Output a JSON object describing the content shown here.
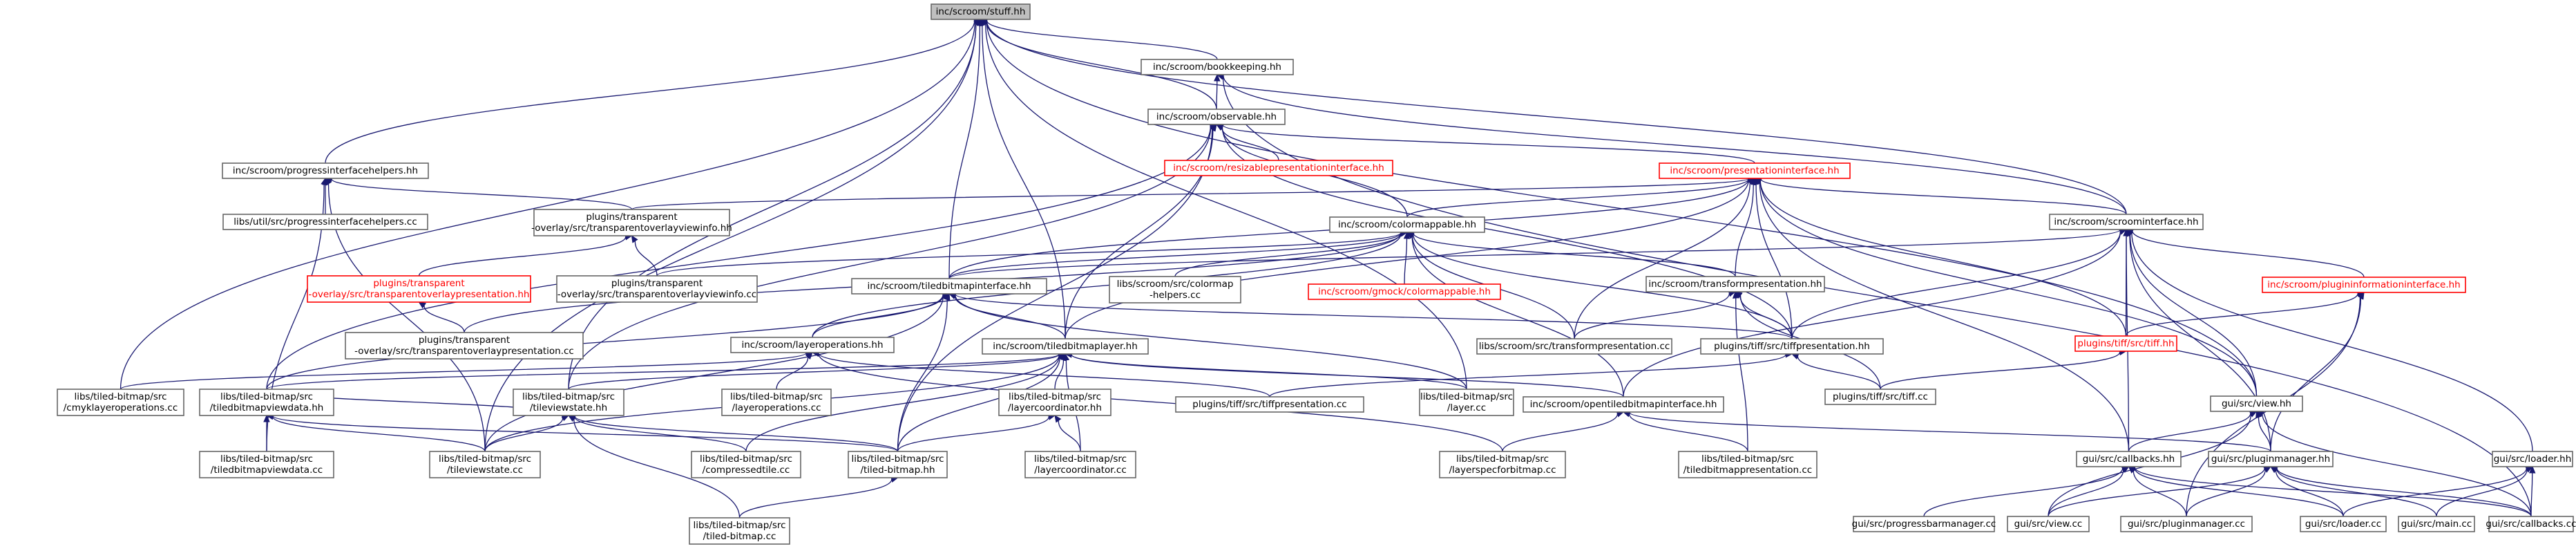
{
  "colors": {
    "edge": "#191970",
    "root_fill": "#bfbfbf",
    "node_border": "#666666",
    "red": "#ff0000"
  },
  "nodes": [
    {
      "id": "stuff",
      "lines": [
        "inc/scroom/stuff.hh"
      ],
      "style": "root"
    },
    {
      "id": "bookkeeping",
      "lines": [
        "inc/scroom/bookkeeping.hh"
      ],
      "style": "normal"
    },
    {
      "id": "observable",
      "lines": [
        "inc/scroom/observable.hh"
      ],
      "style": "normal"
    },
    {
      "id": "progressinterfacehelpers",
      "lines": [
        "inc/scroom/progressinterfacehelpers.hh"
      ],
      "style": "normal"
    },
    {
      "id": "resizablepresentation",
      "lines": [
        "inc/scroom/resizablepresentationinterface.hh"
      ],
      "style": "red"
    },
    {
      "id": "presentationinterface",
      "lines": [
        "inc/scroom/presentationinterface.hh"
      ],
      "style": "red"
    },
    {
      "id": "utilprogress",
      "lines": [
        "libs/util/src/progressinterfacehelpers.cc"
      ],
      "style": "normal"
    },
    {
      "id": "overlayviewinfo_hh",
      "lines": [
        "plugins/transparent",
        "-overlay/src/transparentoverlayviewinfo.hh"
      ],
      "style": "normal"
    },
    {
      "id": "colormappable",
      "lines": [
        "inc/scroom/colormappable.hh"
      ],
      "style": "normal"
    },
    {
      "id": "scroominterface",
      "lines": [
        "inc/scroom/scroominterface.hh"
      ],
      "style": "normal"
    },
    {
      "id": "overlaypresentation_hh",
      "lines": [
        "plugins/transparent",
        "-overlay/src/transparentoverlaypresentation.hh"
      ],
      "style": "red"
    },
    {
      "id": "overlayviewinfo_cc",
      "lines": [
        "plugins/transparent",
        "-overlay/src/transparentoverlayviewinfo.cc"
      ],
      "style": "normal"
    },
    {
      "id": "colormaphelpers",
      "lines": [
        "libs/scroom/src/colormap",
        "-helpers.cc"
      ],
      "style": "normal"
    },
    {
      "id": "gmockcolormappable",
      "lines": [
        "inc/scroom/gmock/colormappable.hh"
      ],
      "style": "red"
    },
    {
      "id": "transformpresentation",
      "lines": [
        "inc/scroom/transformpresentation.hh"
      ],
      "style": "normal"
    },
    {
      "id": "plugininformation",
      "lines": [
        "inc/scroom/plugininformationinterface.hh"
      ],
      "style": "red"
    },
    {
      "id": "tiledbitmapinterface",
      "lines": [
        "inc/scroom/tiledbitmapinterface.hh"
      ],
      "style": "normal"
    },
    {
      "id": "overlaypresentation_cc",
      "lines": [
        "plugins/transparent",
        "-overlay/src/transparentoverlaypresentation.cc"
      ],
      "style": "normal"
    },
    {
      "id": "tiffhh",
      "lines": [
        "plugins/tiff/src/tiff.hh"
      ],
      "style": "red"
    },
    {
      "id": "transformpresentation_cc",
      "lines": [
        "libs/scroom/src/transformpresentation.cc"
      ],
      "style": "normal"
    },
    {
      "id": "tiffpresentation_hh",
      "lines": [
        "plugins/tiff/src/tiffpresentation.hh"
      ],
      "style": "normal"
    },
    {
      "id": "layeroperations_hh",
      "lines": [
        "inc/scroom/layeroperations.hh"
      ],
      "style": "normal"
    },
    {
      "id": "tiledbitmaplayer",
      "lines": [
        "inc/scroom/tiledbitmaplayer.hh"
      ],
      "style": "normal"
    },
    {
      "id": "tiffcc",
      "lines": [
        "plugins/tiff/src/tiff.cc"
      ],
      "style": "normal"
    },
    {
      "id": "viewhh",
      "lines": [
        "gui/src/view.hh"
      ],
      "style": "normal"
    },
    {
      "id": "cmyklayer",
      "lines": [
        "libs/tiled-bitmap/src",
        "/cmyklayeroperations.cc"
      ],
      "style": "normal"
    },
    {
      "id": "tbviewdata_hh",
      "lines": [
        "libs/tiled-bitmap/src",
        "/tiledbitmapviewdata.hh"
      ],
      "style": "normal"
    },
    {
      "id": "tileviewstate_hh",
      "lines": [
        "libs/tiled-bitmap/src",
        "/tileviewstate.hh"
      ],
      "style": "normal"
    },
    {
      "id": "layeroperations_cc",
      "lines": [
        "libs/tiled-bitmap/src",
        "/layeroperations.cc"
      ],
      "style": "normal"
    },
    {
      "id": "layercoordinator_hh",
      "lines": [
        "libs/tiled-bitmap/src",
        "/layercoordinator.hh"
      ],
      "style": "normal"
    },
    {
      "id": "tiffpresentation_cc",
      "lines": [
        "plugins/tiff/src/tiffpresentation.cc"
      ],
      "style": "normal"
    },
    {
      "id": "layer_cc",
      "lines": [
        "libs/tiled-bitmap/src",
        "/layer.cc"
      ],
      "style": "normal"
    },
    {
      "id": "opentiledbitmap",
      "lines": [
        "inc/scroom/opentiledbitmapinterface.hh"
      ],
      "style": "normal"
    },
    {
      "id": "loaderhh",
      "lines": [
        "gui/src/loader.hh"
      ],
      "style": "normal"
    },
    {
      "id": "tbviewdata_cc",
      "lines": [
        "libs/tiled-bitmap/src",
        "/tiledbitmapviewdata.cc"
      ],
      "style": "normal"
    },
    {
      "id": "tileviewstate_cc",
      "lines": [
        "libs/tiled-bitmap/src",
        "/tileviewstate.cc"
      ],
      "style": "normal"
    },
    {
      "id": "compressedtile",
      "lines": [
        "libs/tiled-bitmap/src",
        "/compressedtile.cc"
      ],
      "style": "normal"
    },
    {
      "id": "tiledbitmap_hh",
      "lines": [
        "libs/tiled-bitmap/src",
        "/tiled-bitmap.hh"
      ],
      "style": "normal"
    },
    {
      "id": "layercoordinator_cc",
      "lines": [
        "libs/tiled-bitmap/src",
        "/layercoordinator.cc"
      ],
      "style": "normal"
    },
    {
      "id": "layerspec",
      "lines": [
        "libs/tiled-bitmap/src",
        "/layerspecforbitmap.cc"
      ],
      "style": "normal"
    },
    {
      "id": "tbpresentation",
      "lines": [
        "libs/tiled-bitmap/src",
        "/tiledbitmappresentation.cc"
      ],
      "style": "normal"
    },
    {
      "id": "callbackshh",
      "lines": [
        "gui/src/callbacks.hh"
      ],
      "style": "normal"
    },
    {
      "id": "pluginmanagerhh",
      "lines": [
        "gui/src/pluginmanager.hh"
      ],
      "style": "normal"
    },
    {
      "id": "tiledbitmap_cc",
      "lines": [
        "libs/tiled-bitmap/src",
        "/tiled-bitmap.cc"
      ],
      "style": "normal"
    },
    {
      "id": "progressbarmanager",
      "lines": [
        "gui/src/progressbarmanager.cc"
      ],
      "style": "normal"
    },
    {
      "id": "viewcc",
      "lines": [
        "gui/src/view.cc"
      ],
      "style": "normal"
    },
    {
      "id": "pluginmanagercc",
      "lines": [
        "gui/src/pluginmanager.cc"
      ],
      "style": "normal"
    },
    {
      "id": "loadercc",
      "lines": [
        "gui/src/loader.cc"
      ],
      "style": "normal"
    },
    {
      "id": "maincc",
      "lines": [
        "gui/src/main.cc"
      ],
      "style": "normal"
    },
    {
      "id": "callbackscc",
      "lines": [
        "gui/src/callbacks.cc"
      ],
      "style": "normal"
    }
  ],
  "edges": [
    [
      "bookkeeping",
      "stuff"
    ],
    [
      "observable",
      "stuff"
    ],
    [
      "progressinterfacehelpers",
      "stuff"
    ],
    [
      "tiledbitmapinterface",
      "stuff"
    ],
    [
      "tiledbitmaplayer",
      "stuff"
    ],
    [
      "viewhh",
      "stuff"
    ],
    [
      "cmyklayer",
      "stuff"
    ],
    [
      "tileviewstate_hh",
      "stuff"
    ],
    [
      "tileviewstate_cc",
      "stuff"
    ],
    [
      "layer_cc",
      "stuff"
    ],
    [
      "scroominterface",
      "stuff"
    ],
    [
      "observable",
      "bookkeeping"
    ],
    [
      "scroominterface",
      "bookkeeping"
    ],
    [
      "callbackscc",
      "bookkeeping"
    ],
    [
      "resizablepresentation",
      "observable"
    ],
    [
      "presentationinterface",
      "observable"
    ],
    [
      "colormappable",
      "observable"
    ],
    [
      "tiledbitmaplayer",
      "observable"
    ],
    [
      "tbviewdata_hh",
      "observable"
    ],
    [
      "tiledbitmap_hh",
      "observable"
    ],
    [
      "tiffpresentation_hh",
      "observable"
    ],
    [
      "tileviewstate_hh",
      "observable"
    ],
    [
      "utilprogress",
      "progressinterfacehelpers"
    ],
    [
      "overlayviewinfo_hh",
      "progressinterfacehelpers"
    ],
    [
      "tbviewdata_cc",
      "progressinterfacehelpers"
    ],
    [
      "tileviewstate_cc",
      "progressinterfacehelpers"
    ],
    [
      "overlayviewinfo_cc",
      "overlayviewinfo_hh"
    ],
    [
      "overlaypresentation_hh",
      "overlayviewinfo_hh"
    ],
    [
      "overlaypresentation_cc",
      "overlaypresentation_hh"
    ],
    [
      "overlayviewinfo_hh",
      "presentationinterface"
    ],
    [
      "colormappable",
      "presentationinterface"
    ],
    [
      "transformpresentation",
      "presentationinterface"
    ],
    [
      "tiledbitmapinterface",
      "presentationinterface"
    ],
    [
      "scroominterface",
      "presentationinterface"
    ],
    [
      "tiffpresentation_hh",
      "presentationinterface"
    ],
    [
      "tiffhh",
      "presentationinterface"
    ],
    [
      "viewhh",
      "presentationinterface"
    ],
    [
      "callbackshh",
      "presentationinterface"
    ],
    [
      "transformpresentation_cc",
      "presentationinterface"
    ],
    [
      "tiledbitmaplayer",
      "presentationinterface"
    ],
    [
      "colormaphelpers",
      "colormappable"
    ],
    [
      "gmockcolormappable",
      "colormappable"
    ],
    [
      "transformpresentation",
      "colormappable"
    ],
    [
      "tiffpresentation_hh",
      "colormappable"
    ],
    [
      "transformpresentation_cc",
      "colormappable"
    ],
    [
      "tiledbitmapinterface",
      "colormappable"
    ],
    [
      "layeroperations_hh",
      "colormappable"
    ],
    [
      "overlaypresentation_cc",
      "colormappable"
    ],
    [
      "overlayviewinfo_cc",
      "colormappable"
    ],
    [
      "opentiledbitmap",
      "colormappable"
    ],
    [
      "transformpresentation_cc",
      "transformpresentation"
    ],
    [
      "tiffpresentation_hh",
      "transformpresentation"
    ],
    [
      "tiffcc",
      "transformpresentation"
    ],
    [
      "tbpresentation",
      "transformpresentation"
    ],
    [
      "tiffhh",
      "scroominterface"
    ],
    [
      "plugininformation",
      "scroominterface"
    ],
    [
      "viewhh",
      "scroominterface"
    ],
    [
      "callbackshh",
      "scroominterface"
    ],
    [
      "pluginmanagerhh",
      "scroominterface"
    ],
    [
      "loaderhh",
      "scroominterface"
    ],
    [
      "tiffpresentation_hh",
      "scroominterface"
    ],
    [
      "tiledbitmapinterface",
      "scroominterface"
    ],
    [
      "opentiledbitmap",
      "scroominterface"
    ],
    [
      "tiffhh",
      "plugininformation"
    ],
    [
      "pluginmanagerhh",
      "plugininformation"
    ],
    [
      "pluginmanagercc",
      "plugininformation"
    ],
    [
      "tiffcc",
      "tiffhh"
    ],
    [
      "layeroperations_hh",
      "tiledbitmapinterface"
    ],
    [
      "tiledbitmaplayer",
      "tiledbitmapinterface"
    ],
    [
      "tiffpresentation_hh",
      "tiledbitmapinterface"
    ],
    [
      "tiledbitmap_hh",
      "tiledbitmapinterface"
    ],
    [
      "layer_cc",
      "tiledbitmapinterface"
    ],
    [
      "tileviewstate_cc",
      "tiledbitmapinterface"
    ],
    [
      "tbviewdata_hh",
      "tiledbitmapinterface"
    ],
    [
      "tiffcc",
      "tiffpresentation_hh"
    ],
    [
      "tiffpresentation_cc",
      "tiffpresentation_hh"
    ],
    [
      "cmyklayer",
      "layeroperations_hh"
    ],
    [
      "layeroperations_cc",
      "layeroperations_hh"
    ],
    [
      "tiffpresentation_cc",
      "layeroperations_hh"
    ],
    [
      "layerspec",
      "layeroperations_hh"
    ],
    [
      "tbviewdata_hh",
      "tiledbitmaplayer"
    ],
    [
      "tileviewstate_hh",
      "tiledbitmaplayer"
    ],
    [
      "layercoordinator_hh",
      "tiledbitmaplayer"
    ],
    [
      "tiledbitmap_hh",
      "tiledbitmaplayer"
    ],
    [
      "layer_cc",
      "tiledbitmaplayer"
    ],
    [
      "compressedtile",
      "tiledbitmaplayer"
    ],
    [
      "layercoordinator_cc",
      "tiledbitmaplayer"
    ],
    [
      "opentiledbitmap",
      "tiledbitmaplayer"
    ],
    [
      "tileviewstate_cc",
      "tiledbitmaplayer"
    ],
    [
      "tbviewdata_cc",
      "tbviewdata_hh"
    ],
    [
      "tileviewstate_cc",
      "tbviewdata_hh"
    ],
    [
      "tiledbitmap_hh",
      "tbviewdata_hh"
    ],
    [
      "tbviewdata_hh",
      "tileviewstate_hh"
    ],
    [
      "tileviewstate_cc",
      "tileviewstate_hh"
    ],
    [
      "compressedtile",
      "tileviewstate_hh"
    ],
    [
      "tiledbitmap_cc",
      "tileviewstate_hh"
    ],
    [
      "tiledbitmap_hh",
      "tileviewstate_hh"
    ],
    [
      "layercoordinator_cc",
      "layercoordinator_hh"
    ],
    [
      "tiledbitmap_hh",
      "layercoordinator_hh"
    ],
    [
      "tiledbitmap_cc",
      "tiledbitmap_hh"
    ],
    [
      "layerspec",
      "opentiledbitmap"
    ],
    [
      "tbpresentation",
      "opentiledbitmap"
    ],
    [
      "pluginmanagerhh",
      "opentiledbitmap"
    ],
    [
      "callbackshh",
      "viewhh"
    ],
    [
      "pluginmanagerhh",
      "viewhh"
    ],
    [
      "viewcc",
      "viewhh"
    ],
    [
      "callbackscc",
      "viewhh"
    ],
    [
      "progressbarmanager",
      "callbackshh"
    ],
    [
      "viewcc",
      "callbackshh"
    ],
    [
      "pluginmanagercc",
      "callbackshh"
    ],
    [
      "loadercc",
      "callbackshh"
    ],
    [
      "callbackscc",
      "callbackshh"
    ],
    [
      "viewcc",
      "pluginmanagerhh"
    ],
    [
      "pluginmanagercc",
      "pluginmanagerhh"
    ],
    [
      "loadercc",
      "pluginmanagerhh"
    ],
    [
      "maincc",
      "pluginmanagerhh"
    ],
    [
      "callbackscc",
      "pluginmanagerhh"
    ],
    [
      "loadercc",
      "loaderhh"
    ],
    [
      "maincc",
      "loaderhh"
    ],
    [
      "callbackscc",
      "loaderhh"
    ]
  ]
}
